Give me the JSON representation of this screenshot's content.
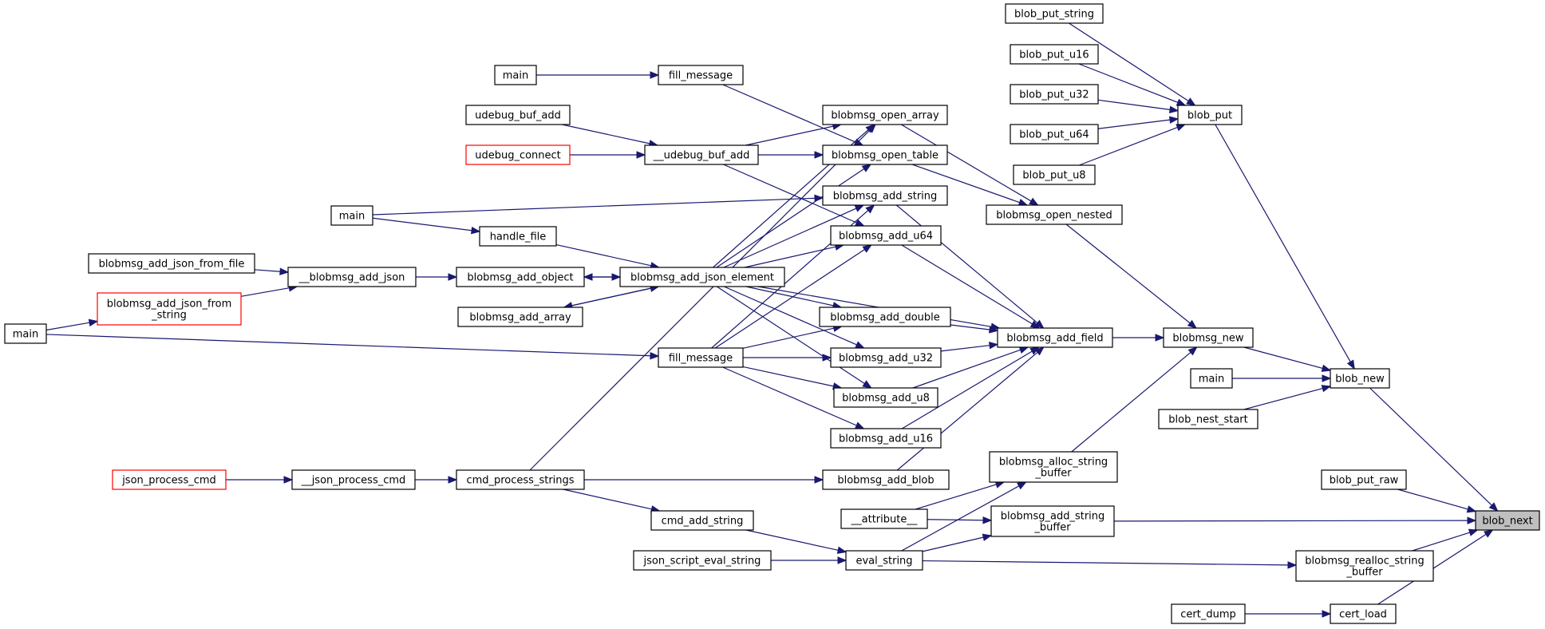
{
  "graph": {
    "edge_color": "#191970",
    "truncated_border_color": "#ff0000",
    "highlight_fill": "#bfbfbf",
    "nodes": [
      {
        "id": "blob_next",
        "lines": [
          "blob_next"
        ],
        "highlight": true
      },
      {
        "id": "blob_new",
        "lines": [
          "blob_new"
        ]
      },
      {
        "id": "blob_put_raw",
        "lines": [
          "blob_put_raw"
        ]
      },
      {
        "id": "blobmsg_add_string_buffer",
        "lines": [
          "blobmsg_add_string",
          "_buffer"
        ]
      },
      {
        "id": "blobmsg_realloc_string_buffer",
        "lines": [
          "blobmsg_realloc_string",
          "_buffer"
        ]
      },
      {
        "id": "cert_load",
        "lines": [
          "cert_load"
        ]
      },
      {
        "id": "blob_put",
        "lines": [
          "blob_put"
        ]
      },
      {
        "id": "blobmsg_new",
        "lines": [
          "blobmsg_new"
        ]
      },
      {
        "id": "main_blob",
        "lines": [
          "main"
        ]
      },
      {
        "id": "blob_nest_start",
        "lines": [
          "blob_nest_start"
        ]
      },
      {
        "id": "blob_put_string",
        "lines": [
          "blob_put_string"
        ]
      },
      {
        "id": "blob_put_u16",
        "lines": [
          "blob_put_u16"
        ]
      },
      {
        "id": "blob_put_u32",
        "lines": [
          "blob_put_u32"
        ]
      },
      {
        "id": "blob_put_u64",
        "lines": [
          "blob_put_u64"
        ]
      },
      {
        "id": "blob_put_u8",
        "lines": [
          "blob_put_u8"
        ]
      },
      {
        "id": "blobmsg_open_nested",
        "lines": [
          "blobmsg_open_nested"
        ]
      },
      {
        "id": "blobmsg_add_field",
        "lines": [
          "blobmsg_add_field"
        ]
      },
      {
        "id": "blobmsg_alloc_string_buffer",
        "lines": [
          "blobmsg_alloc_string",
          "_buffer"
        ]
      },
      {
        "id": "attribute",
        "lines": [
          "__attribute__"
        ]
      },
      {
        "id": "eval_string",
        "lines": [
          "eval_string"
        ]
      },
      {
        "id": "cert_dump",
        "lines": [
          "cert_dump"
        ]
      },
      {
        "id": "blobmsg_open_array",
        "lines": [
          "blobmsg_open_array"
        ]
      },
      {
        "id": "blobmsg_open_table",
        "lines": [
          "blobmsg_open_table"
        ]
      },
      {
        "id": "blobmsg_add_string",
        "lines": [
          "blobmsg_add_string"
        ]
      },
      {
        "id": "blobmsg_add_u64",
        "lines": [
          "blobmsg_add_u64"
        ]
      },
      {
        "id": "blobmsg_add_double",
        "lines": [
          "blobmsg_add_double"
        ]
      },
      {
        "id": "blobmsg_add_u32",
        "lines": [
          "blobmsg_add_u32"
        ]
      },
      {
        "id": "blobmsg_add_u8",
        "lines": [
          "blobmsg_add_u8"
        ]
      },
      {
        "id": "blobmsg_add_u16",
        "lines": [
          "blobmsg_add_u16"
        ]
      },
      {
        "id": "blobmsg_add_blob",
        "lines": [
          "blobmsg_add_blob"
        ]
      },
      {
        "id": "cmd_add_string",
        "lines": [
          "cmd_add_string"
        ]
      },
      {
        "id": "json_script_eval_string",
        "lines": [
          "json_script_eval_string"
        ]
      },
      {
        "id": "fill_message_top",
        "lines": [
          "fill_message"
        ]
      },
      {
        "id": "udebug_buf_add_inner",
        "lines": [
          "__udebug_buf_add"
        ]
      },
      {
        "id": "blobmsg_add_json_element",
        "lines": [
          "blobmsg_add_json_element"
        ]
      },
      {
        "id": "fill_message_bottom",
        "lines": [
          "fill_message"
        ]
      },
      {
        "id": "cmd_process_strings",
        "lines": [
          "cmd_process_strings"
        ]
      },
      {
        "id": "main_fill_top",
        "lines": [
          "main"
        ]
      },
      {
        "id": "udebug_buf_add",
        "lines": [
          "udebug_buf_add"
        ]
      },
      {
        "id": "udebug_connect",
        "lines": [
          "udebug_connect"
        ],
        "truncated": true
      },
      {
        "id": "main_mid",
        "lines": [
          "main"
        ]
      },
      {
        "id": "handle_file",
        "lines": [
          "handle_file"
        ]
      },
      {
        "id": "blobmsg_add_object",
        "lines": [
          "blobmsg_add_object"
        ]
      },
      {
        "id": "blobmsg_add_array",
        "lines": [
          "blobmsg_add_array"
        ]
      },
      {
        "id": "blobmsg_add_json_inner",
        "lines": [
          "__blobmsg_add_json"
        ]
      },
      {
        "id": "blobmsg_add_json_from_file",
        "lines": [
          "blobmsg_add_json_from_file"
        ]
      },
      {
        "id": "blobmsg_add_json_from_string",
        "lines": [
          "blobmsg_add_json_from",
          "_string"
        ],
        "truncated": true
      },
      {
        "id": "main_left",
        "lines": [
          "main"
        ]
      },
      {
        "id": "json_process_cmd_inner",
        "lines": [
          "__json_process_cmd"
        ]
      },
      {
        "id": "json_process_cmd",
        "lines": [
          "json_process_cmd"
        ],
        "truncated": true
      }
    ],
    "edges": [
      [
        "blob_new",
        "blob_next"
      ],
      [
        "blob_put_raw",
        "blob_next"
      ],
      [
        "blobmsg_add_string_buffer",
        "blob_next"
      ],
      [
        "blobmsg_realloc_string_buffer",
        "blob_next"
      ],
      [
        "cert_load",
        "blob_next"
      ],
      [
        "blob_put",
        "blob_new"
      ],
      [
        "blobmsg_new",
        "blob_new"
      ],
      [
        "main_blob",
        "blob_new"
      ],
      [
        "blob_nest_start",
        "blob_new"
      ],
      [
        "blob_put_string",
        "blob_put"
      ],
      [
        "blob_put_u16",
        "blob_put"
      ],
      [
        "blob_put_u32",
        "blob_put"
      ],
      [
        "blob_put_u64",
        "blob_put"
      ],
      [
        "blob_put_u8",
        "blob_put"
      ],
      [
        "blobmsg_open_nested",
        "blobmsg_new"
      ],
      [
        "blobmsg_add_field",
        "blobmsg_new"
      ],
      [
        "blobmsg_alloc_string_buffer",
        "blobmsg_new"
      ],
      [
        "attribute",
        "blobmsg_alloc_string_buffer"
      ],
      [
        "eval_string",
        "blobmsg_alloc_string_buffer"
      ],
      [
        "attribute",
        "blobmsg_add_string_buffer"
      ],
      [
        "eval_string",
        "blobmsg_add_string_buffer"
      ],
      [
        "eval_string",
        "blobmsg_realloc_string_buffer"
      ],
      [
        "cert_dump",
        "cert_load"
      ],
      [
        "blobmsg_open_array",
        "blobmsg_open_nested"
      ],
      [
        "blobmsg_open_table",
        "blobmsg_open_nested"
      ],
      [
        "blobmsg_add_string",
        "blobmsg_add_field"
      ],
      [
        "blobmsg_add_u64",
        "blobmsg_add_field"
      ],
      [
        "blobmsg_add_json_element",
        "blobmsg_add_field"
      ],
      [
        "blobmsg_add_double",
        "blobmsg_add_field"
      ],
      [
        "blobmsg_add_u32",
        "blobmsg_add_field"
      ],
      [
        "blobmsg_add_u8",
        "blobmsg_add_field"
      ],
      [
        "blobmsg_add_u16",
        "blobmsg_add_field"
      ],
      [
        "blobmsg_add_blob",
        "blobmsg_add_field"
      ],
      [
        "cmd_add_string",
        "eval_string"
      ],
      [
        "json_script_eval_string",
        "eval_string"
      ],
      [
        "fill_message_top",
        "blobmsg_open_table"
      ],
      [
        "udebug_buf_add_inner",
        "blobmsg_open_array"
      ],
      [
        "udebug_buf_add_inner",
        "blobmsg_open_table"
      ],
      [
        "udebug_buf_add_inner",
        "blobmsg_add_u64"
      ],
      [
        "blobmsg_add_json_element",
        "blobmsg_open_array"
      ],
      [
        "blobmsg_add_json_element",
        "blobmsg_open_table"
      ],
      [
        "blobmsg_add_json_element",
        "blobmsg_add_string"
      ],
      [
        "blobmsg_add_json_element",
        "blobmsg_add_u64"
      ],
      [
        "blobmsg_add_json_element",
        "blobmsg_add_double"
      ],
      [
        "blobmsg_add_json_element",
        "blobmsg_add_u32"
      ],
      [
        "blobmsg_add_json_element",
        "blobmsg_add_u8"
      ],
      [
        "fill_message_bottom",
        "blobmsg_add_string"
      ],
      [
        "fill_message_bottom",
        "blobmsg_add_u64"
      ],
      [
        "fill_message_bottom",
        "blobmsg_add_double"
      ],
      [
        "fill_message_bottom",
        "blobmsg_add_u32"
      ],
      [
        "fill_message_bottom",
        "blobmsg_add_u8"
      ],
      [
        "fill_message_bottom",
        "blobmsg_add_u16"
      ],
      [
        "cmd_process_strings",
        "blobmsg_open_array"
      ],
      [
        "cmd_process_strings",
        "blobmsg_add_blob"
      ],
      [
        "cmd_process_strings",
        "cmd_add_string"
      ],
      [
        "main_fill_top",
        "fill_message_top"
      ],
      [
        "udebug_buf_add",
        "udebug_buf_add_inner"
      ],
      [
        "udebug_connect",
        "udebug_buf_add_inner"
      ],
      [
        "main_mid",
        "blobmsg_add_string"
      ],
      [
        "main_mid",
        "handle_file"
      ],
      [
        "handle_file",
        "blobmsg_add_json_element"
      ],
      [
        "blobmsg_add_object",
        "blobmsg_add_json_element"
      ],
      [
        "blobmsg_add_json_element",
        "blobmsg_add_object"
      ],
      [
        "blobmsg_add_array",
        "blobmsg_add_json_element"
      ],
      [
        "blobmsg_add_json_element",
        "blobmsg_add_array"
      ],
      [
        "blobmsg_add_json_inner",
        "blobmsg_add_object"
      ],
      [
        "blobmsg_add_json_from_file",
        "blobmsg_add_json_inner"
      ],
      [
        "blobmsg_add_json_from_string",
        "blobmsg_add_json_inner"
      ],
      [
        "main_left",
        "blobmsg_add_json_from_string"
      ],
      [
        "main_left",
        "fill_message_bottom"
      ],
      [
        "json_process_cmd",
        "json_process_cmd_inner"
      ],
      [
        "json_process_cmd_inner",
        "cmd_process_strings"
      ]
    ]
  }
}
